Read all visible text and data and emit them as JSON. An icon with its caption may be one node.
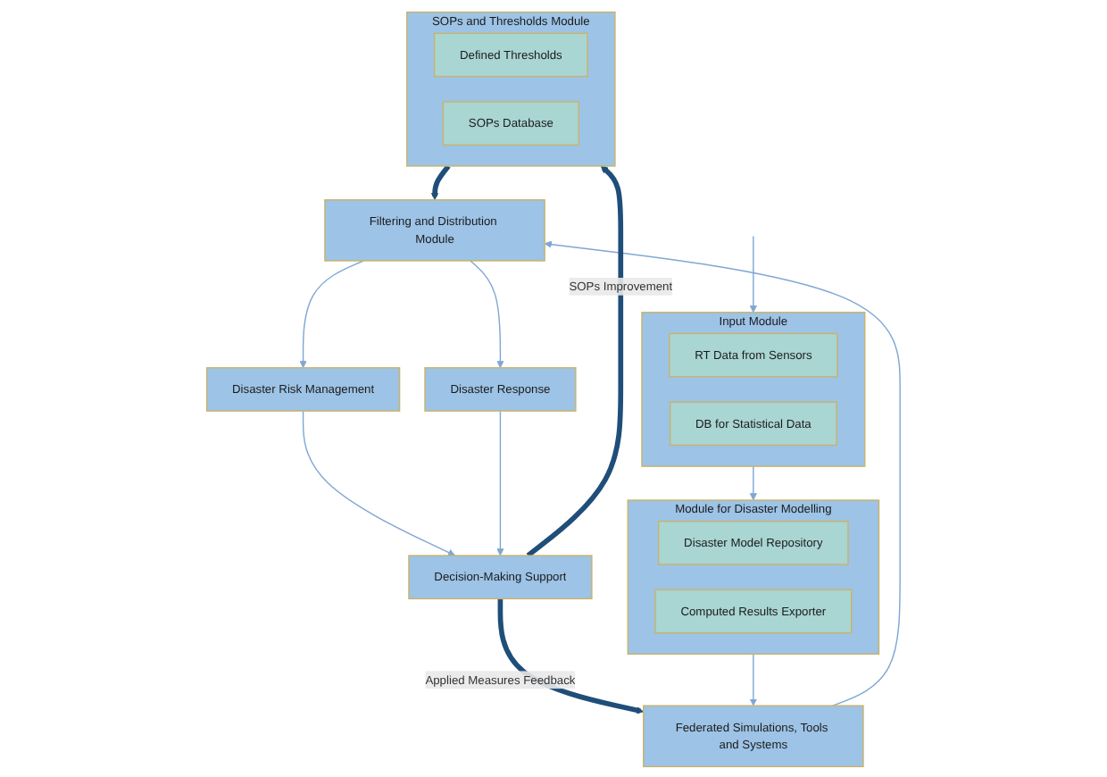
{
  "diagram": {
    "nodes": [
      {
        "text": [
          "Input Module"
        ]
      },
      {
        "text": [
          "RT Data from Sensors"
        ],
        "in": 0
      },
      {
        "text": [
          "DB for Statistical Data"
        ],
        "in": 0
      },
      {
        "text": [
          "Module for Disaster Modelling"
        ]
      },
      {
        "text": [
          "Disaster Model Repository"
        ],
        "in": 3
      },
      {
        "text": [
          "Computed Results Exporter"
        ],
        "in": 3
      },
      {
        "text": [
          "SOPs and Thresholds Module"
        ]
      },
      {
        "text": [
          "Defined Thresholds"
        ],
        "in": 6
      },
      {
        "text": [
          "SOPs Database"
        ],
        "in": 6
      },
      {
        "text": [
          "Federated Simulations, Tools and Systems"
        ]
      },
      {
        "text": [
          "Filtering and Distribution Module"
        ]
      },
      {
        "text": [
          "Disaster Risk Management"
        ]
      },
      {
        "text": [
          "Disaster Response"
        ]
      },
      {
        "text": [
          "Decision-Making Support"
        ]
      }
    ],
    "edges": [
      {
        "from": null,
        "to": 0,
        "arrow": "to"
      },
      {
        "from": 0,
        "to": 3,
        "arrow": "to"
      },
      {
        "from": 3,
        "to": 9,
        "arrow": "to"
      },
      {
        "from": 9,
        "to": 10,
        "arrow": "to"
      },
      {
        "from": 6,
        "to": 10,
        "arrow": "to",
        "style": "thick",
        "color": "#1f4e79"
      },
      {
        "from": 10,
        "to": 11,
        "arrow": "to"
      },
      {
        "from": 10,
        "to": 12,
        "arrow": "to"
      },
      {
        "from": 11,
        "to": 13,
        "arrow": "to"
      },
      {
        "from": 12,
        "to": 13,
        "arrow": "to"
      },
      {
        "from": 13,
        "to": 9,
        "arrow": "to",
        "label": "Applied Measures Feedback",
        "style": "thick",
        "color": "#1f4e79"
      },
      {
        "from": 13,
        "to": 6,
        "arrow": "to",
        "label": "SOPs Improvement",
        "style": "thick",
        "color": "#1f4e79"
      }
    ]
  }
}
